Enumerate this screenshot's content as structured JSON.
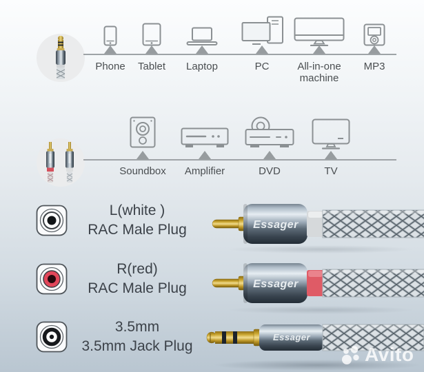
{
  "compatibility": {
    "jack_row": {
      "image": "jack-plug-mini-photo",
      "devices": [
        {
          "label": "Phone",
          "icon": "phone-icon"
        },
        {
          "label": "Tablet",
          "icon": "tablet-icon"
        },
        {
          "label": "Laptop",
          "icon": "laptop-icon"
        },
        {
          "label": "PC",
          "icon": "pc-icon"
        },
        {
          "label": "All-in-one machine",
          "icon": "all-in-one-icon"
        },
        {
          "label": "MP3",
          "icon": "mp3-icon"
        }
      ]
    },
    "rca_row": {
      "image": "rca-plugs-mini-photo",
      "devices": [
        {
          "label": "Soundbox",
          "icon": "soundbox-icon"
        },
        {
          "label": "Amplifier",
          "icon": "amplifier-icon"
        },
        {
          "label": "DVD",
          "icon": "dvd-icon"
        },
        {
          "label": "TV",
          "icon": "tv-icon"
        }
      ]
    }
  },
  "plug_types": [
    {
      "line1": "L(white )",
      "line2": "RAC Male Plug",
      "icon": "rca-white-port-icon",
      "brand": "Essager",
      "collar_color": "#d6d9db"
    },
    {
      "line1": "R(red)",
      "line2": "RAC Male Plug",
      "icon": "rca-red-port-icon",
      "brand": "Essager",
      "collar_color": "#df5b66"
    },
    {
      "line1": "3.5mm",
      "line2": "3.5mm Jack Plug",
      "icon": "jack-port-icon",
      "brand": "Essager"
    }
  ],
  "watermark": {
    "brand": "Avito",
    "logo": "avito-logo-icon"
  },
  "colors": {
    "line": "#9ea3a6",
    "arrow": "#979c9f",
    "label_text": "#4a4e51",
    "title_text": "#3c4249",
    "gold": "#d9b33c",
    "metal_dark": "#39444f",
    "red_collar": "#df5b66",
    "white_collar": "#d6d9db",
    "red_port": "#e2475a"
  }
}
